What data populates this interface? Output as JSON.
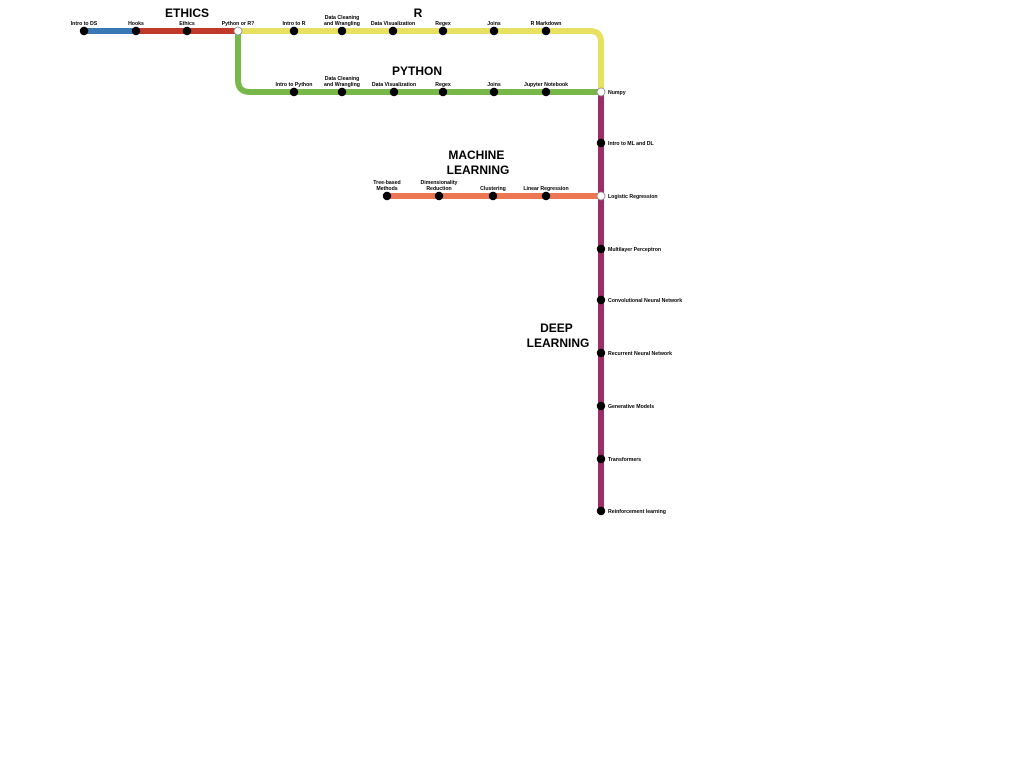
{
  "colors": {
    "intro": "#3a78b5",
    "ethics": "#c0392b",
    "r": "#e8e060",
    "python": "#78b84a",
    "machine_learning": "#ec7752",
    "deep_learning": "#9c2d68",
    "station": "#000000",
    "junction": "#ffffff"
  },
  "sections": {
    "ethics": "ETHICS",
    "r": "R",
    "python": "PYTHON",
    "machine_learning": [
      "MACHINE",
      "LEARNING"
    ],
    "deep_learning": [
      "DEEP",
      "LEARNING"
    ]
  },
  "stations": {
    "top": [
      "Intro to DS",
      "Hooks",
      "Ethics",
      "Python or R?",
      "Intro to R",
      [
        "Data Cleaning",
        "and Wrangling"
      ],
      "Data Visualization",
      "Regex",
      "Joins",
      "R Markdown"
    ],
    "python": [
      "Intro to Python",
      [
        "Data Cleaning",
        "and Wrangling"
      ],
      "Data Visualization",
      "Regex",
      "Joins",
      "Jupyter Notebook"
    ],
    "machine_learning": [
      [
        "Tree-based",
        "Methods"
      ],
      [
        "Dimensionality",
        "Reduction"
      ],
      "Clustering",
      "Linear Regression"
    ],
    "deep_learning": [
      "Numpy",
      "Intro to ML and DL",
      "Logistic Regression",
      "Multilayer Perceptron",
      "Convolutional Neural Network",
      "Recurrent Neural Network",
      "Generative Models",
      "Transformers",
      "Reinforcement learning"
    ]
  }
}
